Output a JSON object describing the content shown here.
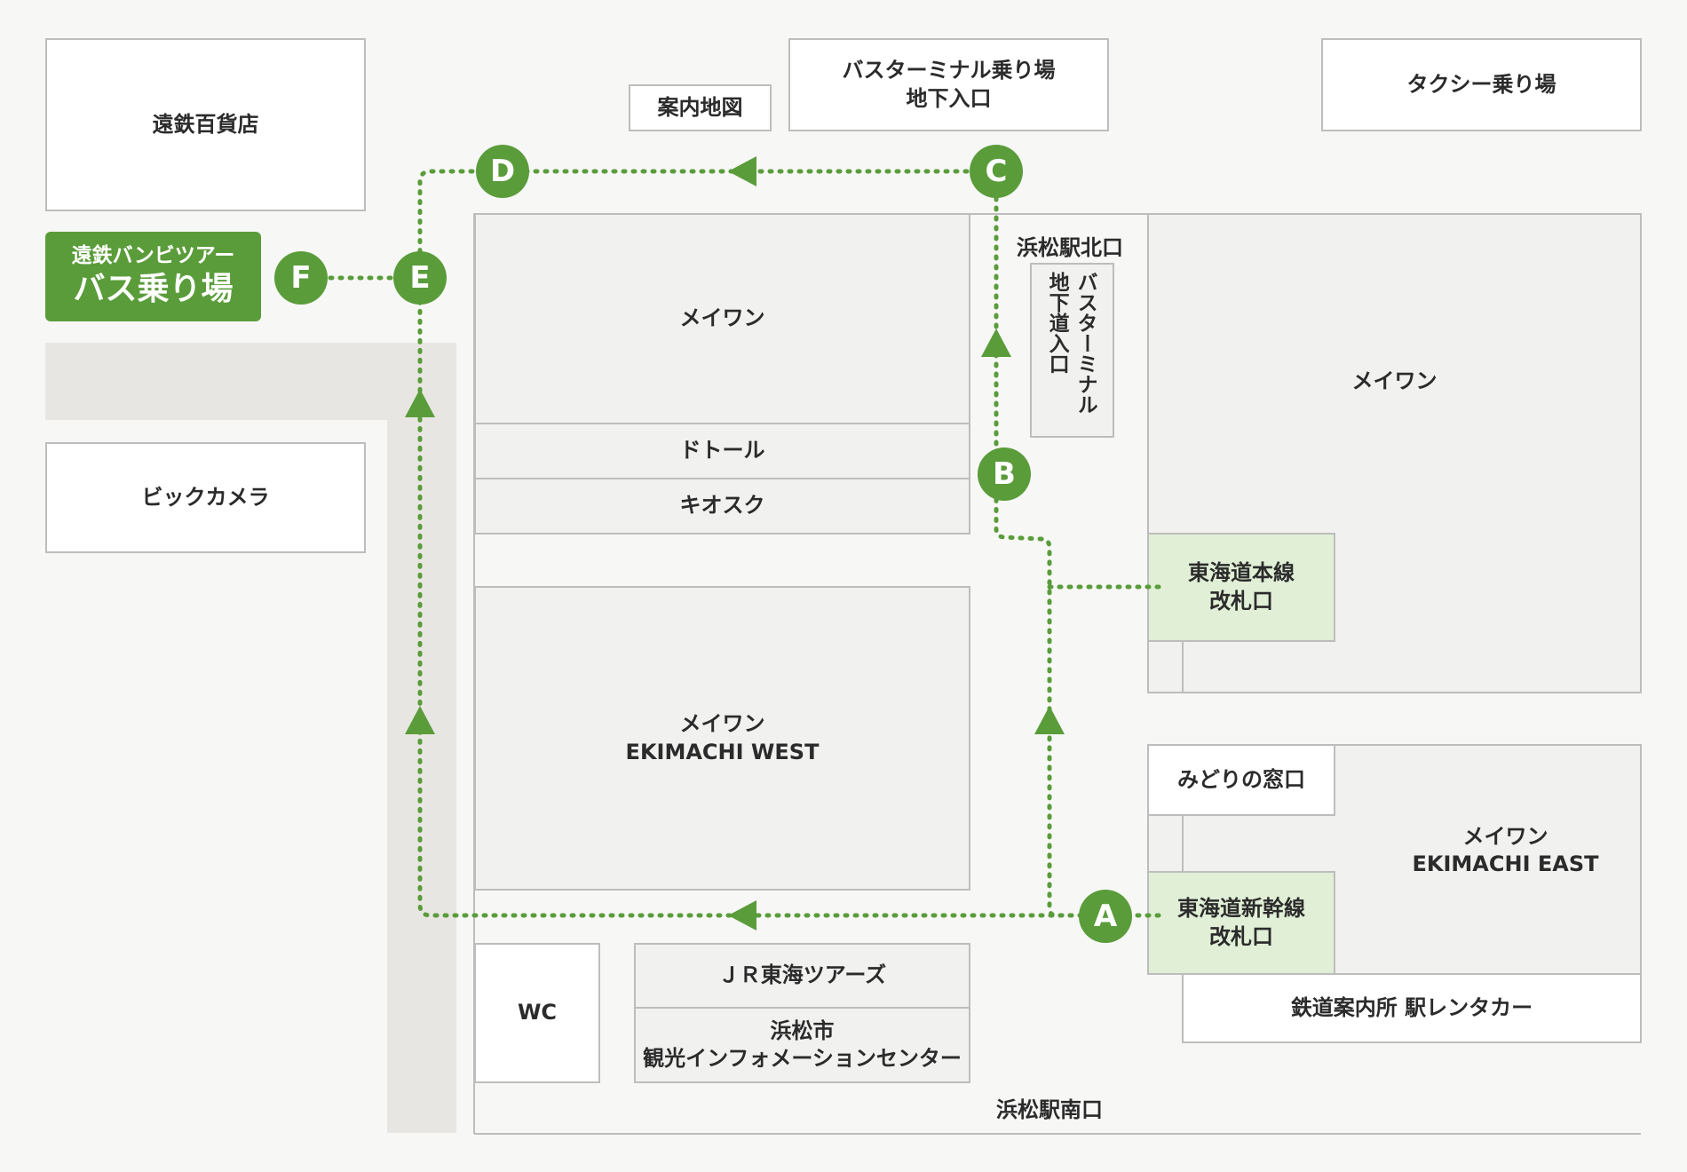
{
  "places": {
    "entetsu_dept": "遠鉄百貨店",
    "guide_map": "案内地図",
    "bus_terminal_entrance": "バスターミナル乗り場\n地下入口",
    "taxi": "タクシー乗り場",
    "bus_stop_sub": "遠鉄バンビツアー",
    "bus_stop_main": "バス乗り場",
    "bic_camera": "ビックカメラ",
    "maywon_north": "メイワン",
    "doutor": "ドトール",
    "kiosk": "キオスク",
    "maywon_west": "メイワン\nEKIMACHI  WEST",
    "north_exit": "浜松駅北口",
    "underground_col1": "バスターミナル",
    "underground_col2": "地下道入口",
    "maywon_east_upper": "メイワン",
    "tokaido_gate": "東海道本線\n改札口",
    "midori": "みどりの窓口",
    "maywon_east": "メイワン\nEKIMACHI  EAST",
    "shinkansen_gate": "東海道新幹線\n改札口",
    "rail_info": "鉄道案内所  駅レンタカー",
    "wc": "WC",
    "jr_tours": "ＪＲ東海ツアーズ",
    "tourist_info": "浜松市\n観光インフォメーションセンター",
    "south_exit": "浜松駅南口"
  },
  "markers": [
    "A",
    "B",
    "C",
    "D",
    "E",
    "F"
  ],
  "colors": {
    "route": "#5a9c3a",
    "border": "#bdbdbd",
    "gate": "#e0efd6"
  }
}
